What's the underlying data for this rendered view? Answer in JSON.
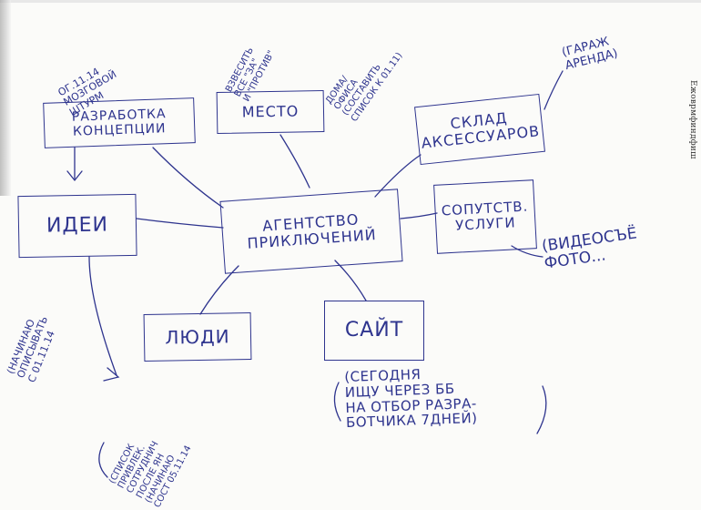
{
  "diagram": {
    "center": {
      "text": "АГЕНТСТВО\nПРИКЛЮЧЕНИЙ"
    },
    "nodes": {
      "concept": {
        "text": "РАЗРАБОТКА\nКОНЦЕПЦИИ"
      },
      "place": {
        "text": "МЕСТО"
      },
      "warehouse": {
        "text": "СКЛАД\nАКСЕССУАРОВ"
      },
      "services": {
        "text": "СОПУТСТВ.\nУСЛУГИ"
      },
      "ideas": {
        "text": "ИДЕИ"
      },
      "people": {
        "text": "ЛЮДИ"
      },
      "site": {
        "text": "САЙТ"
      }
    },
    "notes": {
      "concept_note": "ОГ.11.14\nМОЗГОВОЙ\nШТУРМ",
      "place_note_1": "ВЗВЕСИТЬ\nВСЕ \"ЗА\"\nИ \"ПРОТИВ\"",
      "place_note_2": "ДОМА/\nОФИСА\n(СОСТАВИТЬ\nСПИСОК К 01.11)",
      "warehouse_note": "(ГАРАЖ\nАРЕНДА)",
      "services_note": "(ВИДЕОСЪЁ\nФОТО...",
      "ideas_note": "(НАЧИНАЮ\nОПИСЫВАТЬ\nС 01.11.14",
      "people_note": "(СПИСОК\nПРИВЛЕК.\nСОТРУДНИЧ\nПОСЛЕ ЯН\n(НАЧИНАЮ\nСОСТ 05.11.14",
      "site_note": "(СЕГОДНЯ\nИЩУ ЧЕРЕЗ ББ\nНА ОТБОР РАЗРА-\nБОТЧИКА 7ДНЕЙ)"
    },
    "margin_text": "Ежоврмфиндфиш"
  },
  "colors": {
    "ink": "#2e348e",
    "paper": "#fbfbf9"
  }
}
